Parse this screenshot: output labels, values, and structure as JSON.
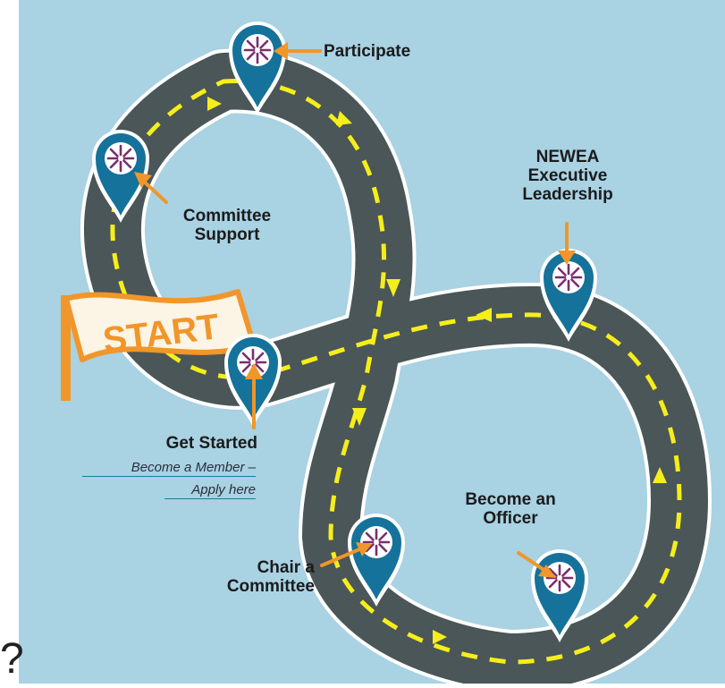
{
  "banner": {
    "text": "START"
  },
  "stops": [
    {
      "id": "participate",
      "label_lines": [
        "Participate"
      ]
    },
    {
      "id": "committee-support",
      "label_lines": [
        "Committee",
        "Support"
      ]
    },
    {
      "id": "get-started",
      "label_lines": [
        "Get Started"
      ]
    },
    {
      "id": "chair-committee",
      "label_lines": [
        "Chair a",
        "Committee"
      ]
    },
    {
      "id": "become-officer",
      "label_lines": [
        "Become an",
        "Officer"
      ]
    },
    {
      "id": "executive",
      "label_lines": [
        "NEWEA",
        "Executive",
        "Leadership"
      ]
    }
  ],
  "links": {
    "line1": "Become a Member –",
    "line2": "Apply here"
  },
  "edge_glyph": "?",
  "colors": {
    "background": "#a9d2e3",
    "road": "#4a5658",
    "dash": "#f6ee1a",
    "pin": "#15729a",
    "pin_center": "#7a2d6e",
    "arrow": "#f0962a",
    "banner": "#f0962a",
    "banner_fill": "#fcf4e4"
  }
}
